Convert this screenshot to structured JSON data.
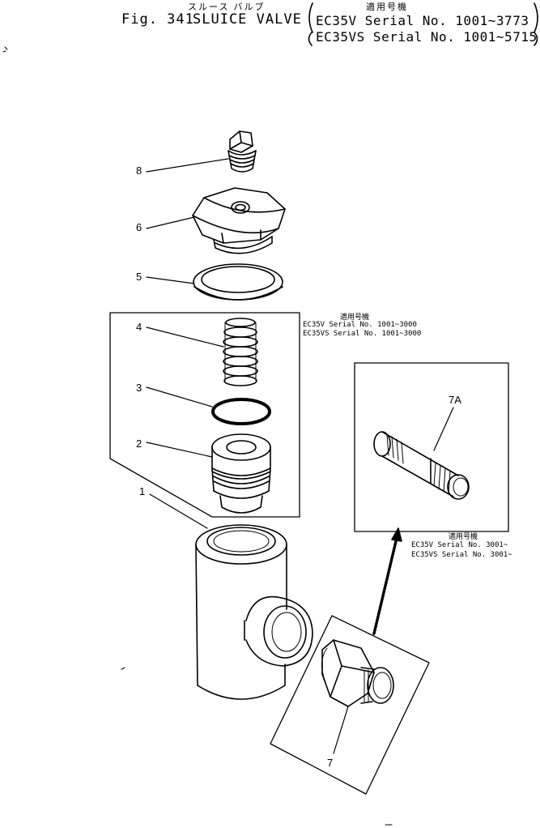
{
  "header": {
    "japanese_title": "スルース バルブ",
    "japanese_applicable": "適用号機",
    "fig": "Fig. 341",
    "title": "SLUICE VALVE",
    "serial_lines": [
      "EC35V  Serial No. 1001~3773",
      "EC35VS Serial No. 1001~5715"
    ]
  },
  "inset_serial_upper": {
    "heading": "適用号機",
    "lines": [
      "EC35V  Serial No. 1001~3000",
      "EC35VS Serial No. 1001~3000"
    ]
  },
  "inset_serial_lower": {
    "heading": "適用号機",
    "lines": [
      "EC35V  Serial No. 3001~",
      "EC35VS Serial No. 3001~"
    ]
  },
  "callouts": {
    "c1": "1",
    "c2": "2",
    "c3": "3",
    "c4": "4",
    "c5": "5",
    "c6": "6",
    "c7": "7",
    "c7a": "7A",
    "c8": "8"
  }
}
